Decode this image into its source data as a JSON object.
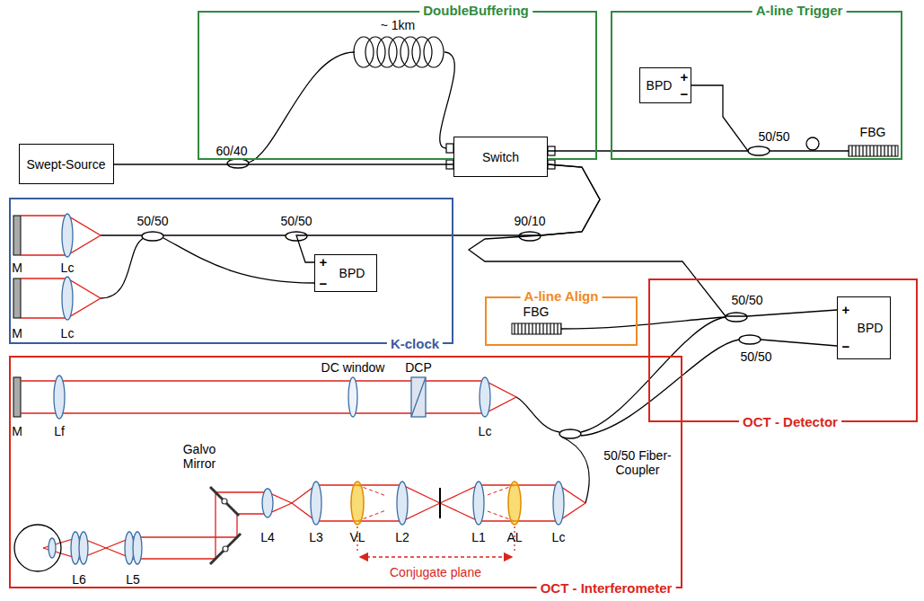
{
  "diagram": {
    "nodes": [
      {
        "text": [
          "DoubleBuffering"
        ]
      },
      {
        "text": [
          "Swept-Source"
        ]
      },
      {
        "text": [
          "Switch"
        ],
        "in": 0
      },
      {
        "text": [
          "A-line Trigger"
        ]
      },
      {
        "text": [
          "BPD"
        ],
        "in": 3
      },
      {
        "text": [
          "K-clock"
        ]
      },
      {
        "text": [
          "BPD"
        ],
        "in": 5
      },
      {
        "text": [
          "A-line Align"
        ]
      },
      {
        "text": [
          "OCT - Detector"
        ]
      },
      {
        "text": [
          "BPD"
        ],
        "in": 8
      },
      {
        "text": [
          "OCT - Interferometer"
        ]
      }
    ],
    "edges": [
      {
        "from": 1,
        "to": 2,
        "arrow": "none"
      },
      {
        "from": 2,
        "to": 4,
        "arrow": "none"
      },
      {
        "from": 2,
        "to": 6,
        "arrow": "none"
      },
      {
        "from": 2,
        "to": 9,
        "arrow": "none"
      }
    ],
    "labels": [
      "~ 1km",
      "60/40",
      "50/50",
      "FBG",
      "+",
      "−",
      "M",
      "Lc",
      "M",
      "Lc",
      "50/50",
      "50/50",
      "+",
      "−",
      "90/10",
      "FBG",
      "50/50",
      "50/50",
      "+",
      "−",
      "M",
      "Lf",
      "DC window",
      "DCP",
      "Lc",
      "50/50 Fiber-Coupler",
      "Galvo Mirror",
      "L6",
      "L5",
      "L4",
      "L3",
      "VL",
      "L2",
      "L1",
      "AL",
      "Lc",
      "Conjugate plane"
    ]
  }
}
